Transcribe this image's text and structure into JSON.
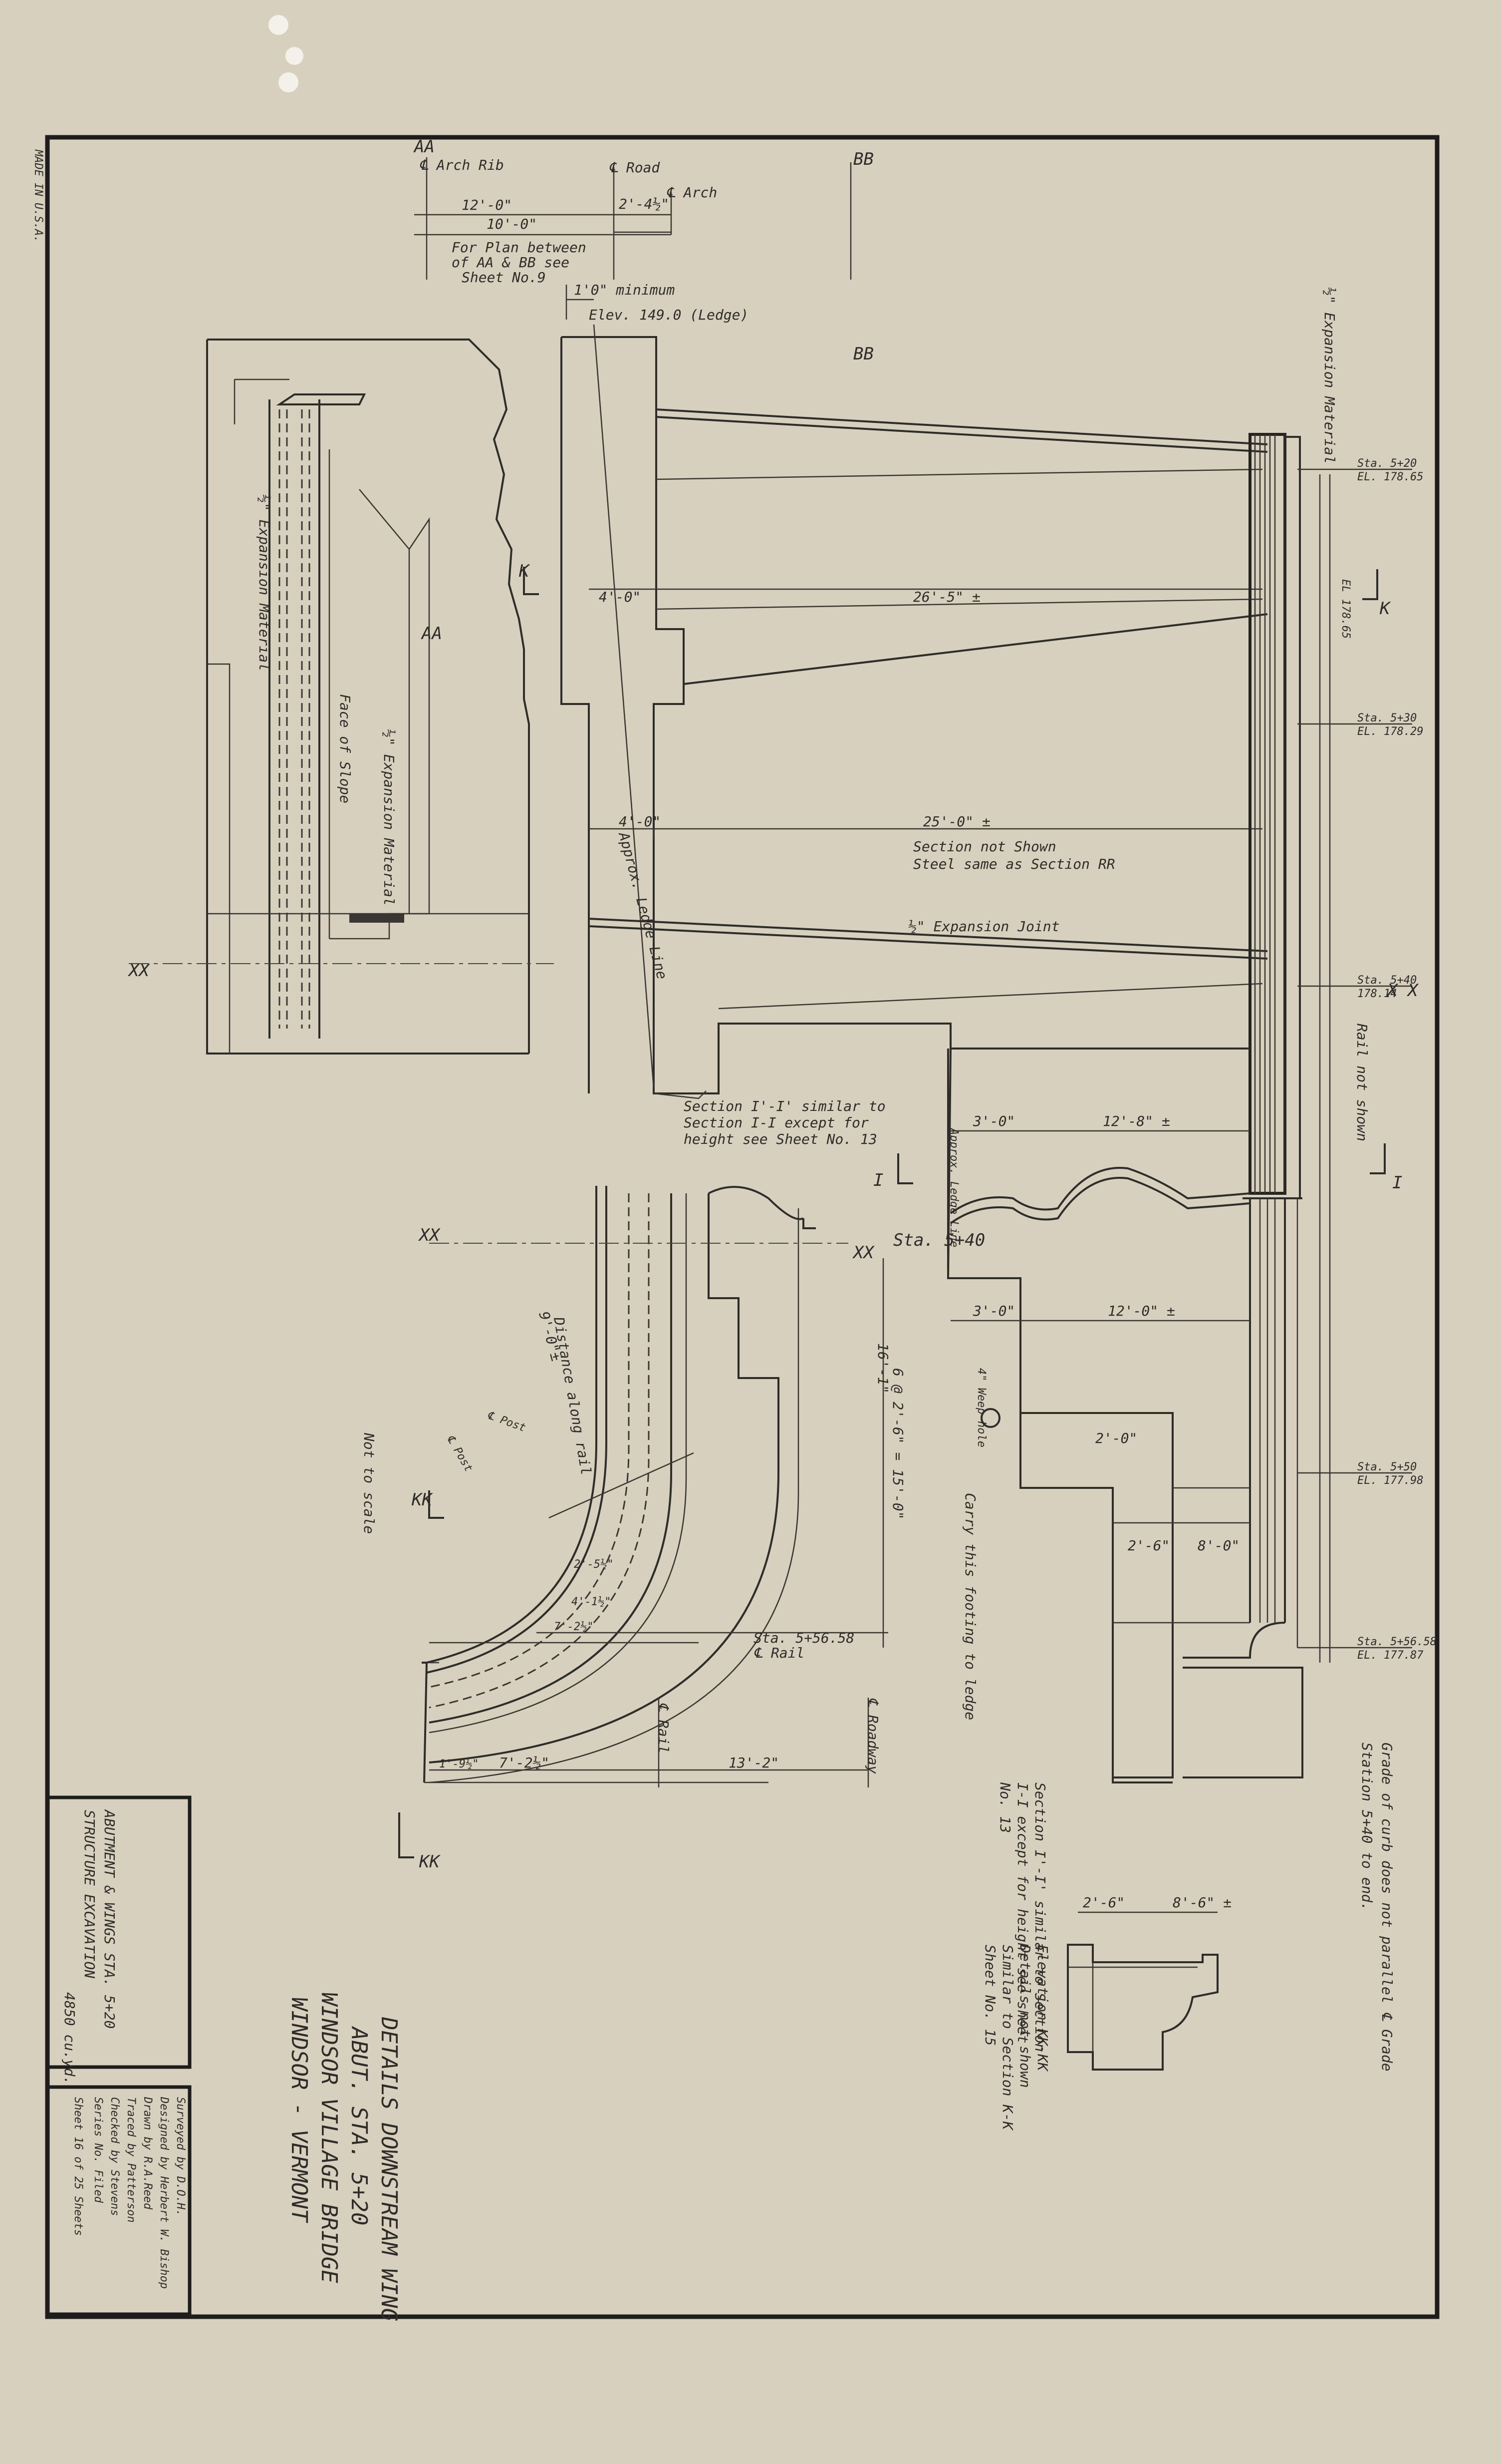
{
  "labels": {
    "aa_top": "AA",
    "arch_rib": "℄ Arch Rib",
    "road": "℄ Road",
    "bb_top": "BB",
    "arch": "℄ Arch",
    "dim_12_0": "12'-0\"",
    "dim_10_0": "10'-0\"",
    "dim_2_4": "2'-4½\"",
    "plan_note_1": "For Plan between",
    "plan_note_2": "of AA & BB see",
    "plan_note_3": "Sheet No.9",
    "min_note": "1'0\" minimum",
    "elev_ledge": "Elev. 149.0 (Ledge)",
    "bb_mid": "BB",
    "exp_material_right": "½\" Expansion Material",
    "sta_520": "Sta. 5+20",
    "el_17865": "EL. 178.65",
    "k_top": "K",
    "elev_17865_b": "EL 178.65",
    "sta_530": "Sta. 5+30",
    "el_17829": "EL. 178.29",
    "dim_4_0_a": "4'-0\"",
    "dim_26_5": "26'-5\" ±",
    "aa_mid": "AA",
    "k_left": "K",
    "exp_material_left": "½\" Expansion Material",
    "face_slope": "Face of Slope",
    "exp_material_mid": "½\" Expansion Material",
    "dim_4_0_b": "4'-0\"",
    "dim_25_0": "25'-0\" ±",
    "section_not_shown": "Section not Shown",
    "steel_same": "Steel same as Section RR",
    "approx_ledge": "Approx. Ledge Line",
    "exp_joint": "½\" Expansion Joint",
    "xx_left": "XX",
    "sta_540": "Sta. 5+40",
    "el_17814": "178.14",
    "xx_right": "X X",
    "rail_not_shown": "Rail not shown",
    "section_ii_1": "Section I'-I' similar to",
    "section_ii_2": "Section I-I except for",
    "section_ii_3": "height see Sheet No. 13",
    "i_left": "I",
    "dim_3_0_a": "3'-0\"",
    "dim_12_8": "12'-8\" ±",
    "i_right": "I",
    "approx_ledge_2": "Approx. Ledge Line",
    "xx_plan": "XX",
    "sta_540_b": "Sta. 5+40",
    "xx_plan_2": "XX",
    "dim_3_0_b": "3'-0\"",
    "dim_12_0_b": "12'-0\" ±",
    "weep_hole": "4\" Weep hole",
    "dim_2_0": "2'-0\"",
    "carry_footing": "Carry this footing to ledge",
    "sta_550": "Sta. 5+50",
    "el_17798": "EL. 177.98",
    "dim_2_6": "2'-6\"",
    "dim_8_0": "8'-0\"",
    "sta_55658": "Sta. 5+56.58",
    "el_17787": "EL. 177.87",
    "section_ii_4": "Section I'-I' similar to Section",
    "section_ii_5": "I-I except for height see sheet",
    "section_ii_6": "No. 13",
    "grade_note_1": "Grade of curb does not parallel ℄ Grade",
    "grade_note_2": "Station 5+40 to end.",
    "distance_rail": "Distance along rail",
    "dim_9_0": "9'-0\"±",
    "dim_16": "16'-1\"",
    "dim_6_at": "6 @ 2'-6\" = 15'-0\"",
    "post_a": "℄ Post",
    "post_b": "℄ Post",
    "not_to_scale": "Not to scale",
    "kk_left": "KK",
    "dim_2_5": "2'-5½\"",
    "dim_4_1": "4'-1½\"",
    "dim_7_2": "7'-2½\"",
    "sta_55658_b": "Sta. 5+56.58",
    "rail_cl": "℄ Rail",
    "kk_bottom": "KK",
    "dim_1_9": "1'-9½\"",
    "dim_7_2_b": "7'-2½\"",
    "dim_13_2": "13'-2\"",
    "rail_cl_b": "℄ Rail",
    "roadway": "℄ Roadway",
    "dim_2_6_b": "2'-6\"",
    "dim_8_6": "8'-6\" ±",
    "elev_kk": "Elevation KK-KK",
    "details_not_shown": "Details not shown",
    "similar_section": "Similar to Section K-K",
    "sheet_15": "Sheet No. 15",
    "title_1": "DETAILS DOWNSTREAM WING",
    "title_2": "ABUT. STA. 5+20",
    "title_3": "WINDSOR VILLAGE BRIDGE",
    "title_4": "WINDSOR - VERMONT",
    "box1_a": "ABUTMENT & WINGS  STA. 5+20",
    "box1_b": "STRUCTURE EXCAVATION",
    "box1_c": "4850 cu.yd.",
    "box2_surveyed": "Surveyed by   D.O.H.",
    "box2_designed": "Designed by  Herbert W. Bishop",
    "box2_drawn": "Drawn by   R.A.Reed",
    "box2_traced": "Traced by   Patterson",
    "box2_checked": "Checked by   Stevens",
    "box2_series": "Series        No.        Filed",
    "box2_sheet": "Sheet  16  of  25  Sheets",
    "margin_mark": "MADE IN U.S.A."
  }
}
